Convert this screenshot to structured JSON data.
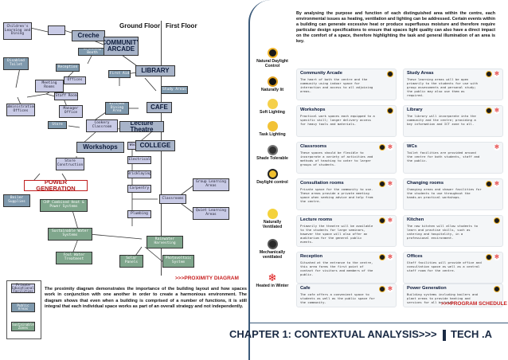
{
  "floors": {
    "ground": "Ground Floor",
    "first": "First Floor"
  },
  "nodes": {
    "childrens_learning": "Children's Learning and Dining",
    "creche_inner": "",
    "creche": "Creche",
    "community_arcade": "COMMUNITY ARCADE",
    "drinking_booth": "Drinking Booth",
    "disabled_toilet": "Disabled Toilet",
    "reception": "Reception",
    "library": "LIBRARY",
    "meeting_rooms": "Meeting Rooms",
    "offices": "Offices",
    "staff_room": "Staff Room",
    "administration": "Administration Offices",
    "manager": "Manager Office",
    "first_aid": "First Aid",
    "study_area": "Study Areas",
    "kitchen": "Kitchen Dining Area",
    "cafe": "CAFE",
    "store": "Store",
    "cookery": "Cookery Classroom",
    "lecture_theatre": "Lecture Theatre",
    "workshops": "Workshops",
    "college": "COLLEGE",
    "store_construction": "Store Construction",
    "wood_work": "Wood Work",
    "electrical": "Electrical",
    "bricklaying": "Bricklaying",
    "carpentry": "Carpentry",
    "plumbing": "Plumbing",
    "classrooms": "Classrooms",
    "group_learning": "Group Learning Areas",
    "quiet_learning": "Quiet Learning Areas",
    "power_generation": "POWER GENERATION",
    "boiler": "Boiler Supplies",
    "chp": "CHP Combined Heat & Power Systems",
    "sustainable_water": "Sustainable Water Systems",
    "rainwater": "Rainwater Harvesting",
    "foul_water": "Foul Water Treatment",
    "solar_panels": "Solar Panels",
    "photovoltaic": "Photovoltaic System"
  },
  "legend": [
    "Private Educational Facilities",
    "Public Areas",
    "Sustainable Zones"
  ],
  "proximity_caption": ">>>PROXIMITY DIAGRAM",
  "proximity_text": "The proximity diagram demonstrates the importance of the building layout and how spaces work in conjunction with one another in order to create a harmonious environment. The diagram shows that even when a building is comprised of a number of functions, it is still integral that each individual space works as part of an overall strategy and not independently.",
  "schedule_intro": "By analysing the purpose and function of each distinguished area within the centre, each environmental issues as heating, ventilation and lighting can be addressed. Certain events within a building can generate excessive heat or produce superfluous moisture and therefore require particular design specifications to ensure that spaces light quality can also have a direct impact on the comfort of a space, therefore highlighting the task and general illumination of an area is key.",
  "conditions": [
    "Natural Daylight Control",
    "Naturally lit",
    "Soft Lighting",
    "Task Lighting",
    "Shade Tolerable",
    "Daylight control",
    "Naturally Ventilated",
    "Mechanically ventilated",
    "Heated in Winter"
  ],
  "cards": [
    {
      "title": "Community Arcade",
      "text": "The heart of both the centre and the community using indoor space for interaction and access to all adjoining areas."
    },
    {
      "title": "Study Areas",
      "text": "These learning areas will be open primarily to the students for use with group assessments and personal study; the public may also use them as required."
    },
    {
      "title": "Workshops",
      "text": "Practical work spaces each equipped to a specific skill; longer delivery access for heavy tools and materials."
    },
    {
      "title": "Library",
      "text": "The library will incorporate into the community and the centre; providing a key information and ICT zone to all."
    },
    {
      "title": "Classrooms",
      "text": "These spaces should be flexible to incorporate a variety of activities and methods of teaching to cater to larger groups of students."
    },
    {
      "title": "WCs",
      "text": "Toilet facilities are provided around the centre for both students, staff and the public."
    },
    {
      "title": "Consultation rooms",
      "text": "Private space for the community to use. These areas provide a private meeting space when seeking advice and help from the centre."
    },
    {
      "title": "Changing rooms",
      "text": "Changing areas and shower facilities for the students to use throughout the hands-on practical workshops."
    },
    {
      "title": "Lecture rooms",
      "text": "Primarily the theatre will be available to the students for large seminars, however the space will also offer an auditorium for the general public events."
    },
    {
      "title": "Kitchen",
      "text": "The new kitchen will allow students to learn and practise skills, such as catering and hospitality, in a professional environment."
    },
    {
      "title": "Reception",
      "text": "Situated at the entrance to the centre, this area forms the first point of contact for visitors and members of the public."
    },
    {
      "title": "Offices",
      "text": "Staff facilities will provide office and consultation space as well as a central staff room for the centre."
    },
    {
      "title": "Cafe",
      "text": "The cafe offers a convenient space to students as well as the public space for the community."
    },
    {
      "title": "Power Generation",
      "text": "Building systems including boilers and plant areas to provide heating and services for all building."
    }
  ],
  "schedule_caption": ">>>PROGRAM SCHEDULE",
  "chapter_title": "CHAPTER 1: CONTEXTUAL ANALYSIS>>>",
  "tech_label": "TECH .A"
}
